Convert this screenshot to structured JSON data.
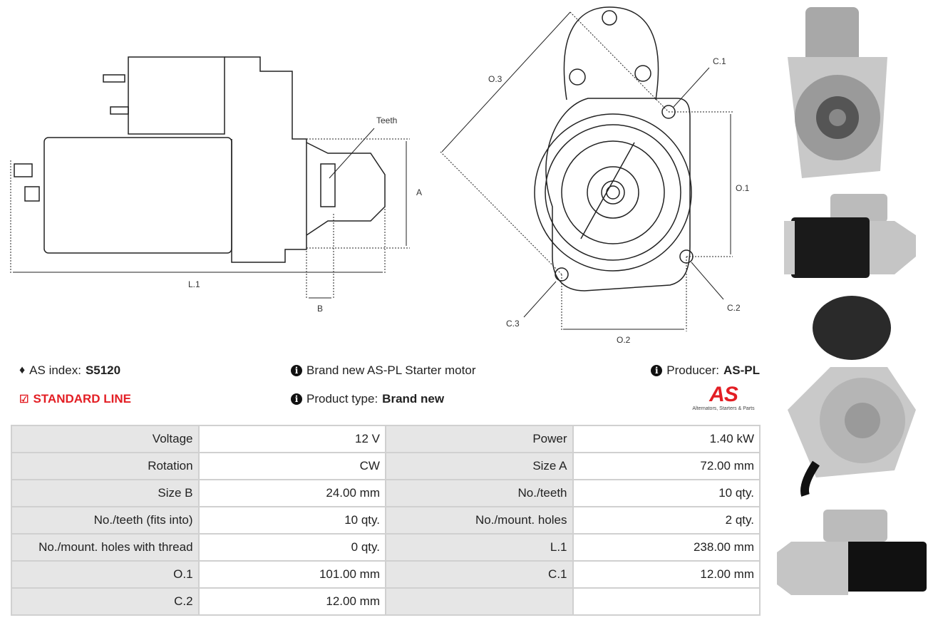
{
  "drawing_labels": {
    "teeth": "Teeth",
    "a": "A",
    "b": "B",
    "l1": "L.1",
    "o1": "O.1",
    "o2": "O.2",
    "o3": "O.3",
    "c1": "C.1",
    "c2": "C.2",
    "c3": "C.3"
  },
  "info": {
    "as_index_label": "AS index:",
    "as_index_value": "S5120",
    "line": "STANDARD LINE",
    "description": "Brand new AS-PL Starter motor",
    "product_type_label": "Product type:",
    "product_type_value": "Brand new",
    "producer_label": "Producer:",
    "producer_value": "AS-PL",
    "logo_text": "AS",
    "logo_tagline": "Alternators, Starters & Parts"
  },
  "colors": {
    "accent": "#e31e24"
  },
  "specs": [
    [
      {
        "l": "Voltage",
        "v": "12 V"
      },
      {
        "l": "Power",
        "v": "1.40 kW"
      }
    ],
    [
      {
        "l": "Rotation",
        "v": "CW"
      },
      {
        "l": "Size A",
        "v": "72.00 mm"
      }
    ],
    [
      {
        "l": "Size B",
        "v": "24.00 mm"
      },
      {
        "l": "No./teeth",
        "v": "10 qty."
      }
    ],
    [
      {
        "l": "No./teeth (fits into)",
        "v": "10 qty."
      },
      {
        "l": "No./mount. holes",
        "v": "2 qty."
      }
    ],
    [
      {
        "l": "No./mount. holes with thread",
        "v": "0 qty."
      },
      {
        "l": "L.1",
        "v": "238.00 mm"
      }
    ],
    [
      {
        "l": "O.1",
        "v": "101.00 mm"
      },
      {
        "l": "C.1",
        "v": "12.00 mm"
      }
    ],
    [
      {
        "l": "C.2",
        "v": "12.00 mm"
      },
      {
        "l": "",
        "v": ""
      }
    ]
  ]
}
